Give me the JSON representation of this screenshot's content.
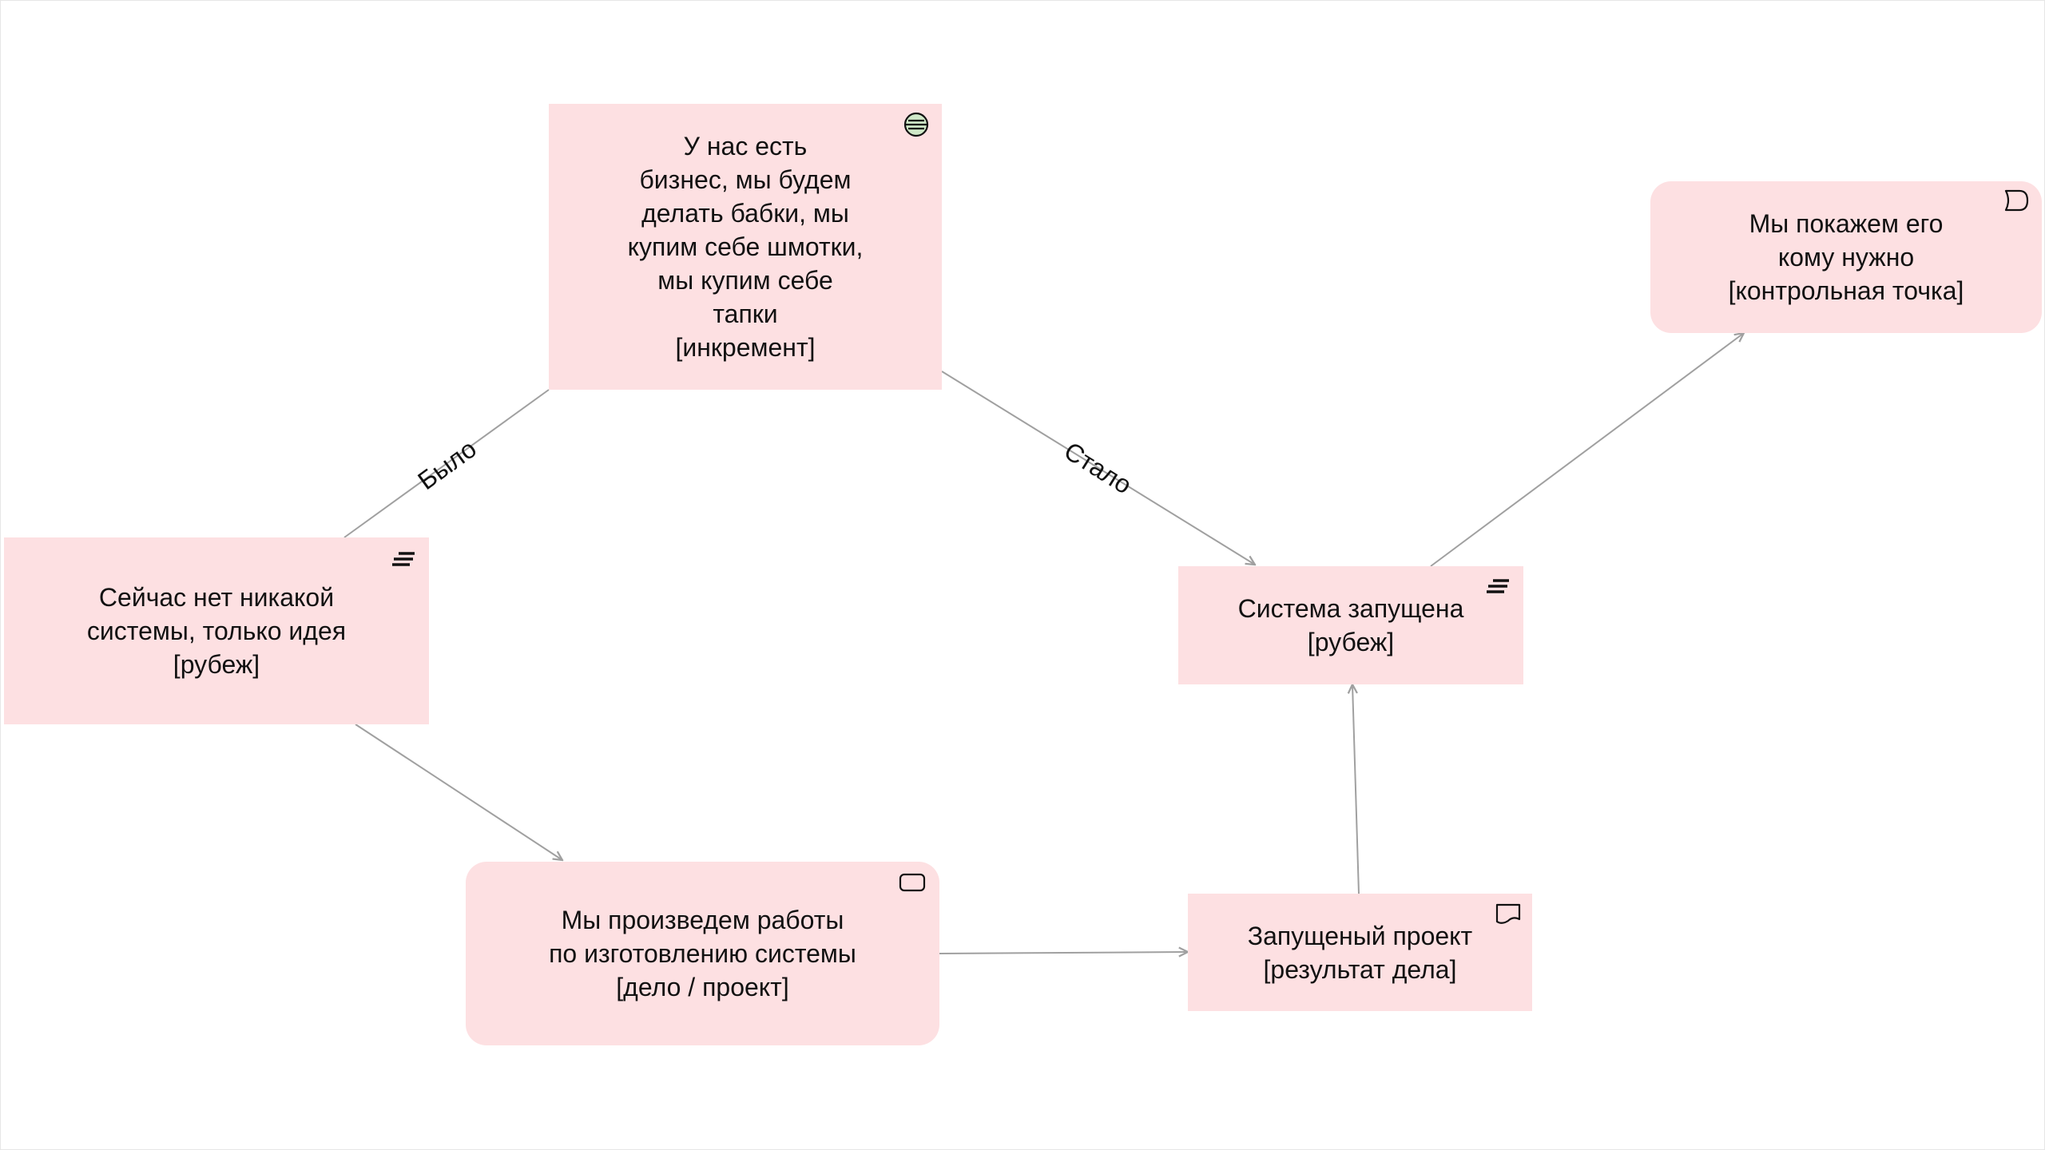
{
  "diagram": {
    "nodes": {
      "increment": {
        "text": "У нас есть\nбизнес, мы будем\nделать бабки, мы\nкупим себе шмотки,\nмы купим себе\nтапки\n[инкремент]",
        "icon": "plateau-icon"
      },
      "idea": {
        "text": "Сейчас нет никакой\nсистемы, только идея\n[рубеж]",
        "icon": "milestone-icon"
      },
      "project": {
        "text": "Мы произведем работы\nпо изготовлению системы\n[дело / проект]",
        "icon": "work-package-icon"
      },
      "result": {
        "text": "Запущеный проект\n[результат дела]",
        "icon": "deliverable-icon"
      },
      "system": {
        "text": "Система запущена\n[рубеж]",
        "icon": "milestone-icon"
      },
      "checkpoint": {
        "text": "Мы покажем его\nкому нужно\n[контрольная точка]",
        "icon": "event-icon"
      }
    },
    "edges": {
      "was_label": "Было",
      "became_label": "Стало"
    },
    "colors": {
      "node_fill": "#fde0e2",
      "edge_stroke": "#a0a0a0",
      "icon_stroke": "#111111",
      "plateau_icon_fill": "#cfe8c8"
    }
  }
}
